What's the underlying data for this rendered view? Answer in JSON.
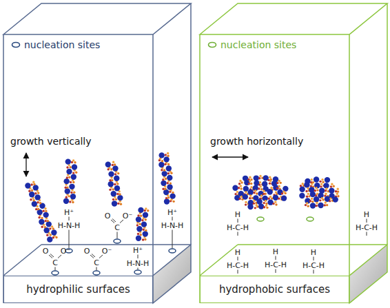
{
  "diagram": {
    "nodes": [
      {
        "text": [
          "hydrophilic surfaces"
        ]
      },
      {
        "text": [
          "hydrophobic surfaces"
        ]
      }
    ],
    "labels": [
      "growth vertically",
      "growth horizontally",
      "O",
      "C",
      "O⁻",
      "O",
      "C",
      "O⁻",
      "O",
      "C",
      "O⁻",
      "H⁺",
      "H-N-H",
      "H⁺",
      "H-N-H",
      "H⁺",
      "H-N-H",
      "H",
      "H-C-H",
      "H",
      "H-C-H",
      "H",
      "H-C-H",
      "H",
      "H-C-H",
      "H",
      "H-C-H"
    ],
    "legend": [
      {
        "text": "nucleation sites"
      },
      {
        "text": "nucleation sites"
      }
    ]
  }
}
